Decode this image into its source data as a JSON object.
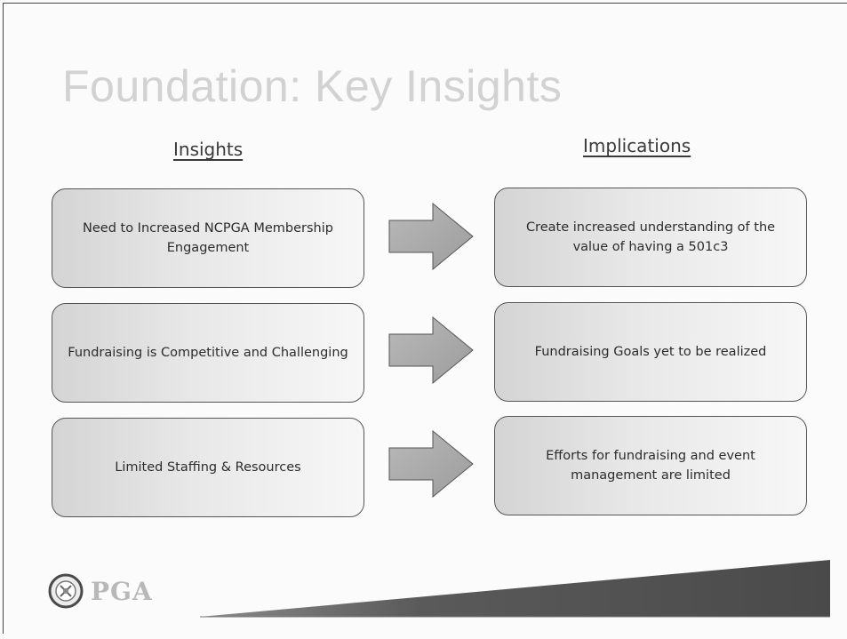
{
  "slide": {
    "title": "Foundation: Key Insights",
    "headings": {
      "insights": "Insights",
      "implications": "Implications"
    },
    "insights": [
      "Need to Increased NCPGA Membership Engagement",
      "Fundraising is Competitive and Challenging",
      "Limited Staffing & Resources"
    ],
    "implications": [
      "Create increased understanding of the value of having a 501c3",
      "Fundraising Goals yet to be realized",
      "Efforts for fundraising and event management are limited"
    ],
    "logo": {
      "text": "PGA",
      "icon": "pga-seal-icon"
    },
    "colors": {
      "title": "#d2d2d2",
      "arrow_fill": "#a6a6a6",
      "wedge": "#5a5a5a"
    }
  }
}
